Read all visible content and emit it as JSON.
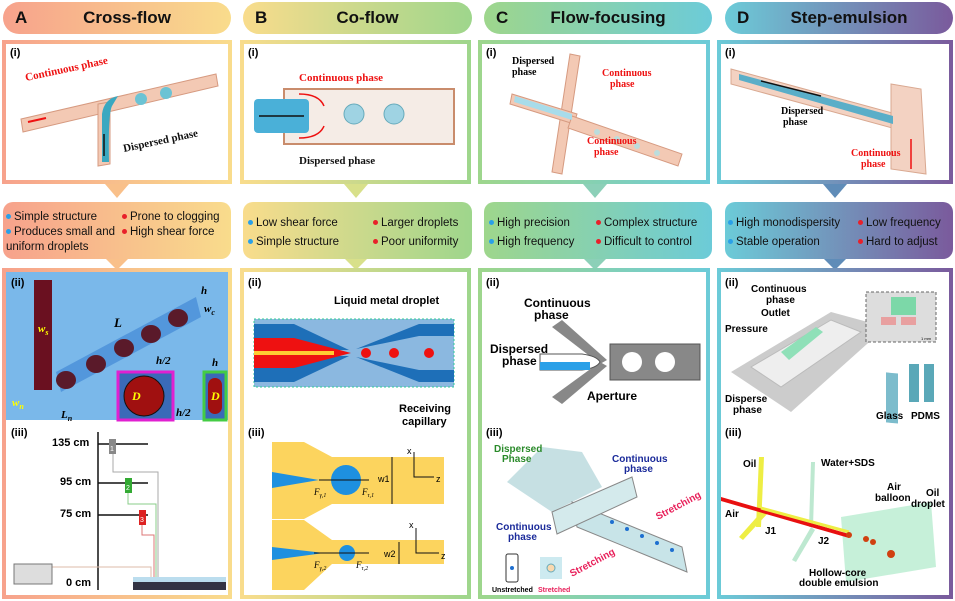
{
  "columns": [
    {
      "letter": "A",
      "title": "Cross-flow",
      "colors": [
        "#f7a28c",
        "#f9dc8c"
      ],
      "top": {
        "label": "(i)",
        "continuous": "Continuous phase",
        "dispersed": "Dispersed phase"
      },
      "pros": [
        "Simple structure",
        "Produces small and uniform droplets"
      ],
      "cons": [
        "Prone to clogging",
        "High shear force"
      ],
      "bottom": {
        "ii": "(ii)",
        "iii": "(iii)",
        "dims": {
          "L": "L",
          "h": "h",
          "wc": "w",
          "wc_sub": "c",
          "ws": "w",
          "ws_sub": "s",
          "wn": "w",
          "wn_sub": "n",
          "Ln": "L",
          "Ln_sub": "n",
          "h2": "h/2",
          "D": "D",
          "h_b": "h",
          "h2b": "h/2",
          "D2": "D"
        },
        "heights": [
          "135 cm",
          "95 cm",
          "75 cm",
          "0 cm"
        ],
        "tubes": [
          "1",
          "2",
          "3"
        ]
      }
    },
    {
      "letter": "B",
      "title": "Co-flow",
      "colors": [
        "#f9dc8c",
        "#9ed68c"
      ],
      "top": {
        "label": "(i)",
        "continuous": "Continuous phase",
        "dispersed": "Dispersed phase"
      },
      "pros": [
        "Low shear force",
        "Simple structure"
      ],
      "cons": [
        "Larger droplets",
        "Poor uniformity"
      ],
      "bottom": {
        "ii": "(ii)",
        "iii": "(iii)",
        "lm": "Liquid metal droplet",
        "rc1": "Receiving",
        "rc2": "capillary",
        "forces": {
          "fg1": "F",
          "fg1s": "γ,1",
          "ft1": "F",
          "ft1s": "τ,1",
          "fg2": "F",
          "fg2s": "γ,2",
          "ft2": "F",
          "ft2s": "τ,2",
          "w1": "w1",
          "w2": "w2",
          "x": "x",
          "z": "z"
        }
      }
    },
    {
      "letter": "C",
      "title": "Flow-focusing",
      "colors": [
        "#9ed68c",
        "#6ccbd8"
      ],
      "top": {
        "label": "(i)",
        "dispersed1": "Dispersed",
        "dispersed2": "phase",
        "cont1": "Continuous",
        "cont2": "phase",
        "cont3": "Continuous",
        "cont4": "phase"
      },
      "pros": [
        "High precision",
        "High frequency"
      ],
      "cons": [
        "Complex structure",
        "Difficult to control"
      ],
      "bottom": {
        "ii": "(ii)",
        "iii": "(iii)",
        "cont1": "Continuous",
        "cont2": "phase",
        "disp1": "Dispersed",
        "disp2": "phase",
        "aperture": "Aperture",
        "d3a": "Dispersed",
        "d3b": "Phase",
        "c3a": "Continuous",
        "c3b": "phase",
        "c4a": "Continuous",
        "c4b": "phase",
        "stretch": "Stretching",
        "unstretched": "Unstretched",
        "stretched": "Stretched"
      }
    },
    {
      "letter": "D",
      "title": "Step-emulsion",
      "colors": [
        "#6ccbd8",
        "#7a5a9c"
      ],
      "top": {
        "label": "(i)",
        "dispersed1": "Dispersed",
        "dispersed2": "phase",
        "cont1": "Continuous",
        "cont2": "phase"
      },
      "pros": [
        "High monodispersity",
        "Stable operation"
      ],
      "cons": [
        "Low frequency",
        "Hard to adjust"
      ],
      "bottom": {
        "ii": "(ii)",
        "iii": "(iii)",
        "cp1": "Continuous",
        "cp2": "phase",
        "outlet": "Outlet",
        "pressure": "Pressure",
        "dp1": "Disperse",
        "dp2": "phase",
        "scale": "1 mm",
        "glass": "Glass",
        "pdms": "PDMS",
        "oil": "Oil",
        "water": "Water+SDS",
        "air": "Air",
        "j1": "J1",
        "j2": "J2",
        "ab1": "Air",
        "ab2": "balloon",
        "od1": "Oil",
        "od2": "droplet",
        "hc1": "Hollow-core",
        "hc2": "double emulsion"
      }
    }
  ]
}
